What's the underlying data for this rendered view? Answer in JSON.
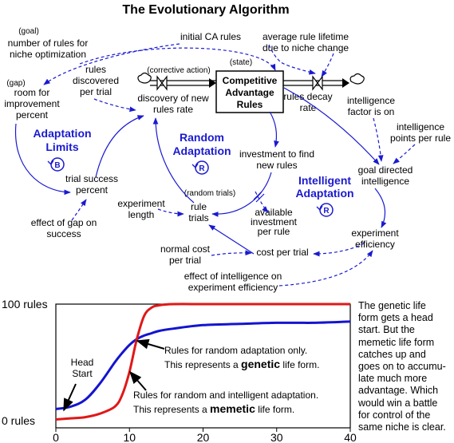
{
  "title": "The Evolutionary Algorithm",
  "stock": {
    "lines": [
      "Competitive",
      "Advantage",
      "Rules"
    ]
  },
  "loops": {
    "adaptation_limits": {
      "lines": [
        "Adaptation",
        "Limits"
      ],
      "symbol": "B"
    },
    "random_adaptation": {
      "lines": [
        "Random",
        "Adaptation"
      ],
      "symbol": "R"
    },
    "intelligent_adaptation": {
      "lines": [
        "Intelligent",
        "Adaptation"
      ],
      "symbol": "R"
    }
  },
  "tags": {
    "goal": "(goal)",
    "gap": "(gap)",
    "corrective": "(corrective action)",
    "state": "(state)",
    "random_trials": "(random trials)"
  },
  "nodes": {
    "number_of_rules": [
      "number of rules for",
      "niche optimization"
    ],
    "room_for_improvement": [
      "room for",
      "improvement",
      "percent"
    ],
    "initial_ca_rules": [
      "initial CA rules"
    ],
    "rules_discovered": [
      "rules",
      "discovered",
      "per trial"
    ],
    "discovery_rate": [
      "discovery of new",
      "rules rate"
    ],
    "average_rule_lifetime": [
      "average rule lifetime",
      "due to niche change"
    ],
    "rules_decay_rate": [
      "rules decay",
      "rate"
    ],
    "intelligence_factor": [
      "intelligence",
      "factor is on"
    ],
    "intelligence_points": [
      "intelligence",
      "points per rule"
    ],
    "investment": [
      "investment to find",
      "new rules"
    ],
    "goal_directed": [
      "goal directed",
      "intelligence"
    ],
    "trial_success": [
      "trial success",
      "percent"
    ],
    "effect_of_gap": [
      "effect of gap on",
      "success"
    ],
    "experiment_length": [
      "experiment",
      "length"
    ],
    "rule_trials": [
      "rule",
      "trials"
    ],
    "available_investment": [
      "available",
      "investment",
      "per rule"
    ],
    "experiment_efficiency": [
      "experiment",
      "efficiency"
    ],
    "normal_cost": [
      "normal cost",
      "per trial"
    ],
    "cost_per_trial": [
      "cost per trial"
    ],
    "effect_of_intelligence": [
      "effect of intelligence on",
      "experiment efficiency"
    ]
  },
  "chart_data": {
    "type": "line",
    "xlim": [
      0,
      40
    ],
    "ylim": [
      0,
      100
    ],
    "xticks": [
      "0",
      "10",
      "20",
      "30",
      "40"
    ],
    "yticks": [
      {
        "value": 0,
        "label": "0 rules"
      },
      {
        "value": 100,
        "label": "100 rules"
      }
    ],
    "x": [
      0,
      2,
      4,
      6,
      8,
      9,
      10,
      11,
      12,
      13,
      14,
      16,
      20,
      25,
      30,
      35,
      40
    ],
    "series": [
      {
        "name": "random",
        "color": "#1414d0",
        "values": [
          10,
          12,
          18,
          32,
          50,
          58,
          65,
          70,
          73,
          75,
          77,
          79,
          82,
          83,
          84,
          84,
          85
        ]
      },
      {
        "name": "memetic",
        "color": "#e01818",
        "values": [
          1,
          2,
          3,
          6,
          12,
          22,
          42,
          70,
          90,
          97,
          99,
          100,
          100,
          100,
          100,
          100,
          100
        ]
      }
    ],
    "annotations": {
      "head_start": [
        "Head",
        "Start"
      ],
      "genetic": {
        "line1": "Rules for random adaptation only.",
        "line2_pre": "This represents a ",
        "line2_bold": "genetic",
        "line2_post": " life form."
      },
      "memetic": {
        "line1": "Rules for random and intelligent adaptation.",
        "line2_pre": "This represents a ",
        "line2_bold": "memetic",
        "line2_post": " life form."
      }
    }
  },
  "side_text": [
    "The genetic life",
    "form gets a head",
    "start. But the",
    "memetic life form",
    "catches up and",
    "goes on to accumu-",
    "late much more",
    "advantage. Which",
    "would win a battle",
    "for control of the",
    "same niche is clear."
  ]
}
